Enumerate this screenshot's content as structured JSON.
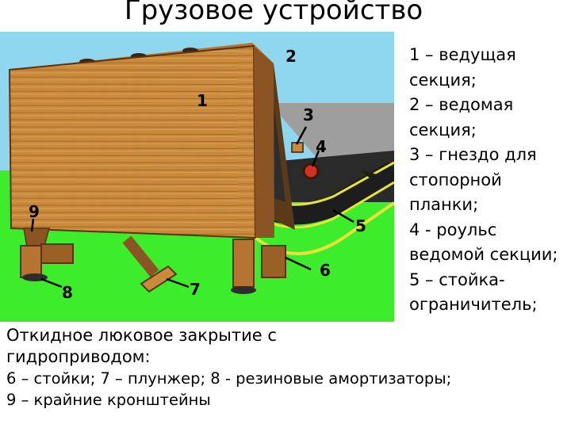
{
  "title": "Грузовое устройство",
  "legend_lines": [
    "1 – ведущая",
    "секция;",
    "2 – ведомая",
    "секция;",
    "3 – гнездо для",
    "стопорной",
    "планки;",
    "4 - роульс",
    "ведомой секции;",
    "5 – стойка-",
    "ограничитель;"
  ],
  "caption_lines": [
    "Откидное люковое закрытие с",
    "гидроприводом:",
    "6 – стойки; 7 – плунжер; 8 - резиновые амортизаторы;",
    "9 – крайние кронштейны"
  ],
  "callouts": [
    "1",
    "2",
    "3",
    "4",
    "5",
    "6",
    "7",
    "8",
    "9"
  ],
  "colors": {
    "sky": "#8fd7ef",
    "grass": "#3dec2a",
    "wood": "#c98a3c",
    "wood_dark": "#7a4a1e",
    "deck_gray": "#9e9e9e",
    "rail_yellow": "#e8e23a"
  }
}
